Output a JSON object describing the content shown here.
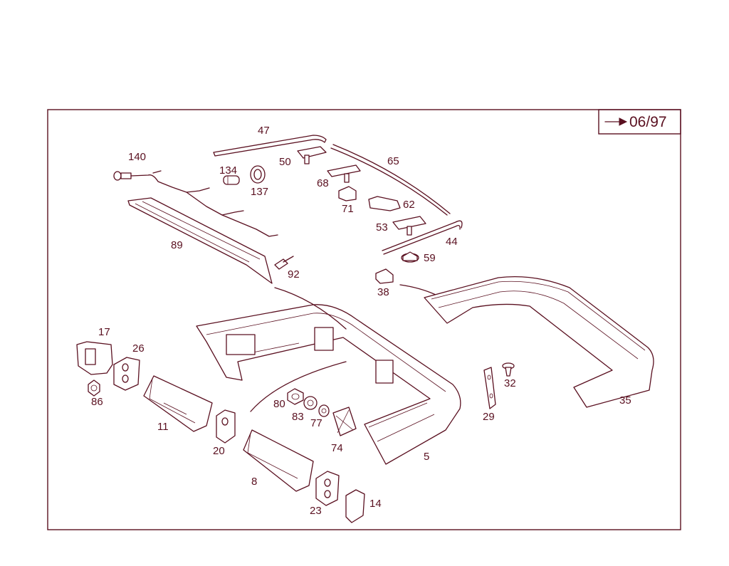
{
  "badge": {
    "text": "06/97"
  },
  "part_numbers": {
    "p47": "47",
    "p140": "140",
    "p134": "134",
    "p137": "137",
    "p50": "50",
    "p65": "65",
    "p68": "68",
    "p71": "71",
    "p62": "62",
    "p53": "53",
    "p44": "44",
    "p59": "59",
    "p89": "89",
    "p92": "92",
    "p38": "38",
    "p17": "17",
    "p26": "26",
    "p86": "86",
    "p11": "11",
    "p20": "20",
    "p80": "80",
    "p83": "83",
    "p77": "77",
    "p74": "74",
    "p8": "8",
    "p23": "23",
    "p14": "14",
    "p5": "5",
    "p29": "29",
    "p32": "32",
    "p35": "35"
  },
  "colors": {
    "line": "#5a1020",
    "background": "#ffffff"
  }
}
